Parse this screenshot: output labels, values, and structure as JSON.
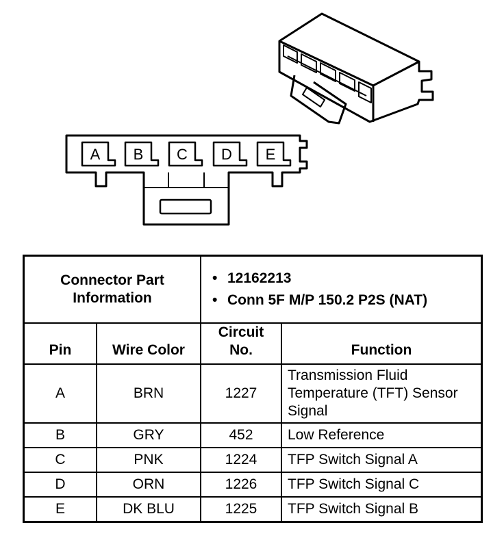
{
  "connector_pins": [
    "A",
    "B",
    "C",
    "D",
    "E"
  ],
  "part_info": {
    "label": "Connector Part Information",
    "items": [
      "12162213",
      "Conn 5F M/P 150.2 P2S (NAT)"
    ]
  },
  "headers": {
    "pin": "Pin",
    "wire_color": "Wire Color",
    "circuit": "Circuit No.",
    "function": "Function"
  },
  "rows": [
    {
      "pin": "A",
      "wire": "BRN",
      "circuit": "1227",
      "function": "Transmission Fluid Temperature (TFT) Sensor Signal"
    },
    {
      "pin": "B",
      "wire": "GRY",
      "circuit": "452",
      "function": "Low Reference"
    },
    {
      "pin": "C",
      "wire": "PNK",
      "circuit": "1224",
      "function": "TFP Switch Signal A"
    },
    {
      "pin": "D",
      "wire": "ORN",
      "circuit": "1226",
      "function": "TFP Switch Signal C"
    },
    {
      "pin": "E",
      "wire": "DK BLU",
      "circuit": "1225",
      "function": "TFP Switch Signal B"
    }
  ]
}
